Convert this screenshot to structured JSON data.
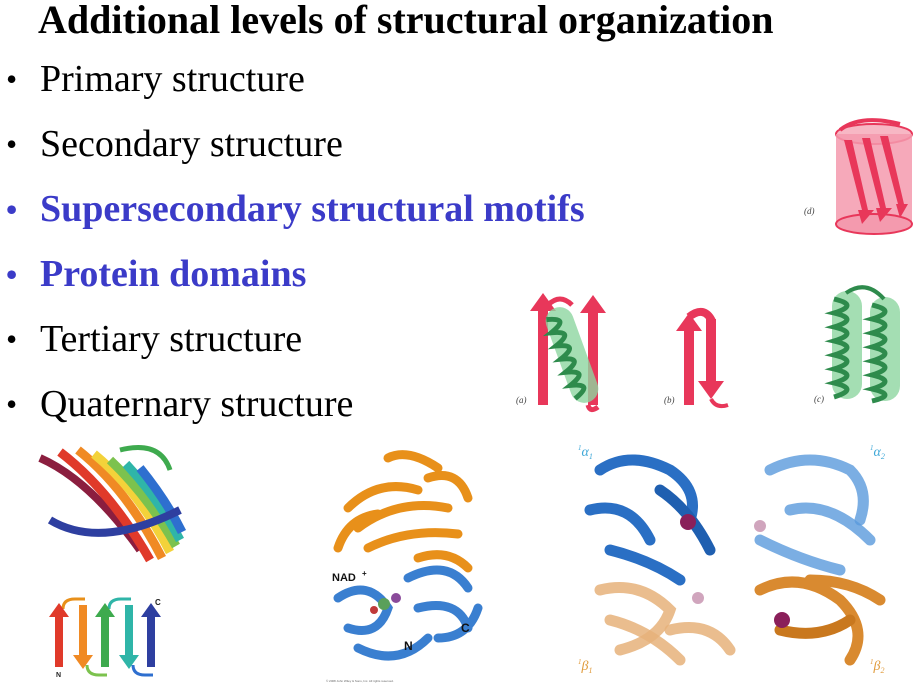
{
  "title": "Additional levels of structural organization",
  "bullets": [
    {
      "text": "Primary structure",
      "color": "#000000",
      "highlight": false
    },
    {
      "text": "Secondary structure",
      "color": "#000000",
      "highlight": false
    },
    {
      "text": "Supersecondary structural motifs",
      "color": "#3B3BC8",
      "highlight": true
    },
    {
      "text": "Protein domains",
      "color": "#3B3BC8",
      "highlight": true
    },
    {
      "text": "Tertiary structure",
      "color": "#000000",
      "highlight": false
    },
    {
      "text": "Quaternary structure",
      "color": "#000000",
      "highlight": false
    }
  ],
  "bullet_glyph": "•",
  "motif_labels": {
    "a": "(a)",
    "b": "(b)",
    "c": "(c)",
    "d": "(d)"
  },
  "domain_labels": {
    "nad": "NAD",
    "nad_sup": "+",
    "n": "N",
    "c": "C"
  },
  "topology_labels": {
    "c": "C",
    "n": "N"
  },
  "copyright": "© 2008 John Wiley & Sons, Inc. All rights reserved.",
  "hemoglobin_labels": {
    "alpha1": "α",
    "alpha1_sub": "1",
    "alpha2": "α",
    "alpha2_sub": "2",
    "beta1": "β",
    "beta1_sub": "1",
    "beta2": "β",
    "beta2_sub": "2",
    "sup": "1"
  },
  "colors": {
    "strand_red": "#E8375A",
    "helix_green": "#3FAE5F",
    "cylinder_pink": "#F49AAE",
    "domain_orange": "#E8901A",
    "domain_blue": "#3A7FD0",
    "hb_alpha_blue": "#2A6FC4",
    "hb_beta_orange": "#D98A30",
    "heme_purple": "#8A1F5A",
    "label_cyan": "#3FA8D8",
    "label_orange": "#E09A3A"
  }
}
